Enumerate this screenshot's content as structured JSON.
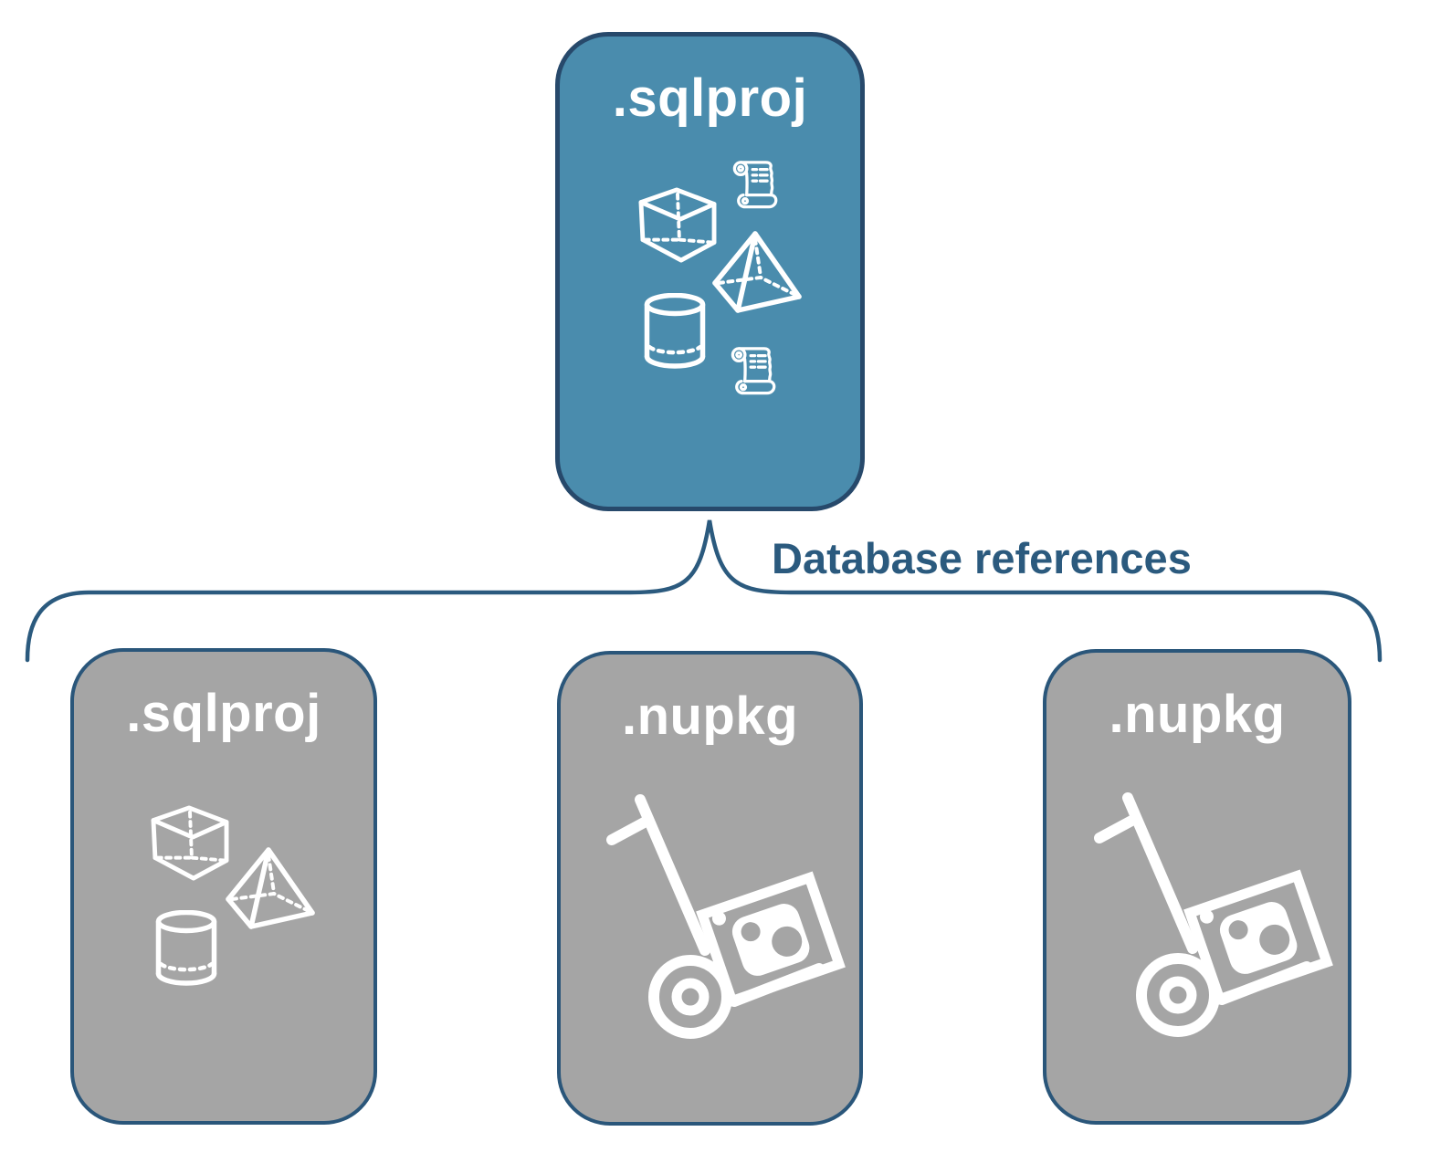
{
  "diagram": {
    "root": {
      "label": ".sqlproj",
      "icons": [
        "cube-icon",
        "scroll-icon",
        "pyramid-icon",
        "cylinder-icon",
        "scroll-icon"
      ]
    },
    "edge_label": "Database references",
    "children": [
      {
        "label": ".sqlproj",
        "icons": [
          "cube-icon",
          "pyramid-icon",
          "cylinder-icon"
        ]
      },
      {
        "label": ".nupkg",
        "icons": [
          "nuget-dolly-icon"
        ]
      },
      {
        "label": ".nupkg",
        "icons": [
          "nuget-dolly-icon"
        ]
      }
    ],
    "colors": {
      "root_fill": "#4A8CAD",
      "root_border": "#27496B",
      "child_fill": "#A5A5A5",
      "child_border": "#2A567A",
      "label_text": "#FFFFFF",
      "edge_text": "#2B5A7E",
      "icon_stroke": "#FFFFFF",
      "background": "#FFFFFF"
    }
  }
}
